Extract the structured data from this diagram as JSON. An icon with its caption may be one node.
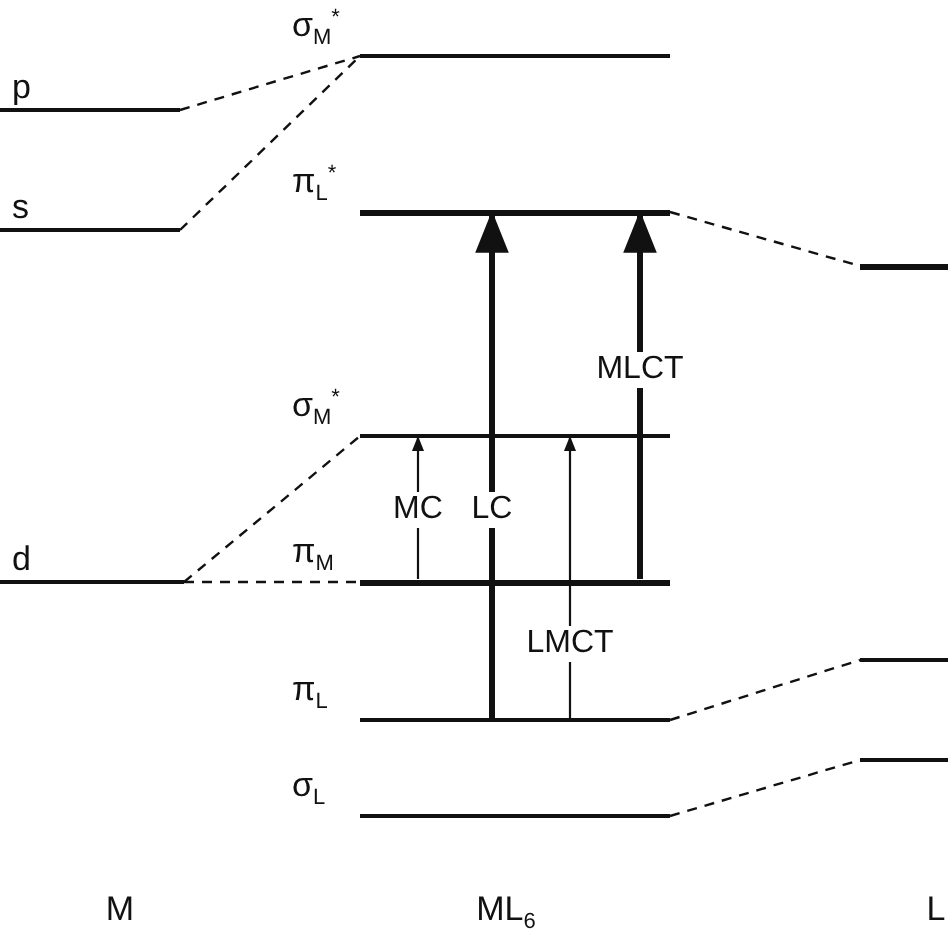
{
  "diagram": {
    "nodes": [
      {
        "text": [],
        "shape": "bar",
        "beside": [
          "p"
        ]
      },
      {
        "text": [],
        "shape": "bar",
        "beside": [
          "s"
        ]
      },
      {
        "text": [],
        "shape": "bar",
        "beside": [
          "d"
        ]
      },
      {
        "text": [],
        "shape": "bar",
        "beside": [
          "σ$_{M}$$^{*}$"
        ]
      },
      {
        "text": [],
        "shape": "bar",
        "beside": [
          "π$_{L}$$^{*}$"
        ]
      },
      {
        "text": [],
        "shape": "bar",
        "beside": [
          "σ$_{M}$$^{*}$"
        ]
      },
      {
        "text": [],
        "shape": "bar",
        "beside": [
          "π$_{M}$"
        ]
      },
      {
        "text": [],
        "shape": "bar",
        "beside": [
          "π$_{L}$"
        ]
      },
      {
        "text": [],
        "shape": "bar",
        "beside": [
          "σ$_{L}$"
        ]
      },
      {
        "text": [],
        "shape": "bar"
      },
      {
        "text": [],
        "shape": "bar"
      },
      {
        "text": [],
        "shape": "bar"
      }
    ],
    "edges": [
      {
        "from": 0,
        "to": 3,
        "arrow": "none",
        "style": "dashed"
      },
      {
        "from": 1,
        "to": 3,
        "arrow": "none",
        "style": "dashed"
      },
      {
        "from": 2,
        "to": 5,
        "arrow": "none",
        "style": "dashed"
      },
      {
        "from": 2,
        "to": 6,
        "arrow": "none",
        "style": "dashed"
      },
      {
        "from": 4,
        "to": 9,
        "arrow": "none",
        "style": "dashed"
      },
      {
        "from": 7,
        "to": 10,
        "arrow": "none",
        "style": "dashed"
      },
      {
        "from": 8,
        "to": 11,
        "arrow": "none",
        "style": "dashed"
      },
      {
        "from": 6,
        "to": 5,
        "arrow": "to",
        "label": "MC"
      },
      {
        "from": 7,
        "to": 4,
        "arrow": "to",
        "label": "LC",
        "style": "thick"
      },
      {
        "from": 7,
        "to": 5,
        "arrow": "to",
        "label": "LMCT"
      },
      {
        "from": 6,
        "to": 4,
        "arrow": "to",
        "label": "MLCT",
        "style": "thick"
      }
    ],
    "labels": [
      "M",
      "ML$_{6}$",
      "L"
    ]
  }
}
